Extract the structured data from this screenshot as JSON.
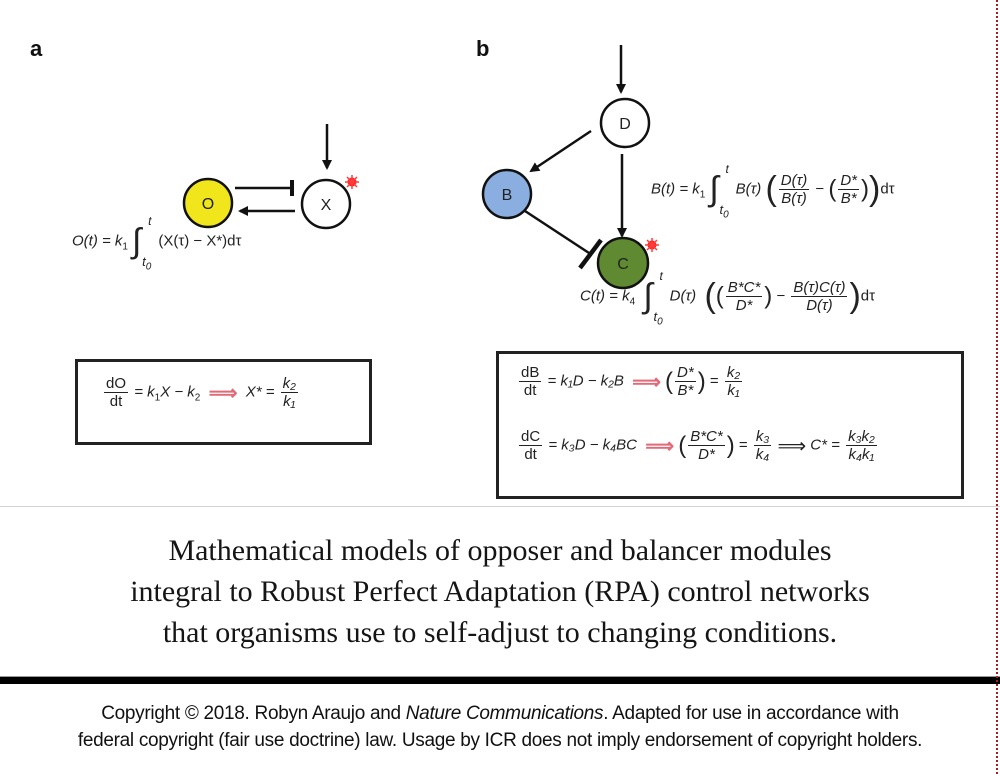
{
  "panels": {
    "a": {
      "label": "a",
      "nodes": {
        "O": {
          "label": "O",
          "fill": "#f1e51c"
        },
        "X": {
          "label": "X",
          "fill": "#ffffff"
        }
      },
      "integral_eq": {
        "lhs": "O(t) = k",
        "lhs_sub": "1",
        "upper": "t",
        "lower": "t",
        "lower_sub": "0",
        "integrand": "(X(τ) − X*)dτ"
      },
      "box": {
        "num": "dO",
        "den": "dt",
        "rhs_a": "= k",
        "rhs_a_sub": "1",
        "rhs_b": "X − k",
        "rhs_b_sub": "2",
        "arrow": "⟹",
        "result_lhs": "X* =",
        "result_num": "k₂",
        "result_den": "k₁"
      }
    },
    "b": {
      "label": "b",
      "nodes": {
        "D": {
          "label": "D",
          "fill": "#ffffff"
        },
        "B": {
          "label": "B",
          "fill": "#89aedf"
        },
        "C": {
          "label": "C",
          "fill": "#5f8a32"
        }
      },
      "eq_B": {
        "lhs": "B(t) = k",
        "lhs_sub": "1",
        "upper": "t",
        "lower_sub": "0",
        "factor": "B(τ)",
        "frac1_num": "D(τ)",
        "frac1_den": "B(τ)",
        "minus": "−",
        "frac2_num": "D*",
        "frac2_den": "B*",
        "tail": "dτ"
      },
      "eq_C": {
        "lhs": "C(t) = k",
        "lhs_sub": "4",
        "upper": "t",
        "lower_sub": "0",
        "factor": "D(τ)",
        "frac1_num": "B*C*",
        "frac1_den": "D*",
        "minus": "−",
        "frac2_num": "B(τ)C(τ)",
        "frac2_den": "D(τ)",
        "tail": "dτ"
      },
      "box": {
        "row1": {
          "num": "dB",
          "den": "dt",
          "rhs": "= k₁D − k₂B",
          "arrow": "⟹",
          "frac_num": "D*",
          "frac_den": "B*",
          "eq": "=",
          "res_num": "k₂",
          "res_den": "k₁"
        },
        "row2": {
          "num": "dC",
          "den": "dt",
          "rhs": "= k₃D − k₄BC",
          "arrow": "⟹",
          "frac_num": "B*C*",
          "frac_den": "D*",
          "eq": "=",
          "res_num": "k₃",
          "res_den": "k₄",
          "arrow2": "⟹",
          "final_lhs": "C* =",
          "final_num": "k₃k₂",
          "final_den": "k₄k₁"
        }
      }
    }
  },
  "caption": {
    "lines": [
      "Mathematical models of opposer and balancer modules",
      "integral to Robust Perfect Adaptation (RPA) control networks",
      "that organisms use to self-adjust to changing conditions."
    ]
  },
  "copyright": {
    "prefix": "Copyright © 2018. Robyn Araujo and ",
    "journal": "Nature Communications",
    "suffix": ". Adapted for use in accordance with",
    "line2": "federal copyright (fair use doctrine) law. Usage by ICR does not imply endorsement of copyright holders."
  },
  "colors": {
    "marker_star": "#ff2020",
    "implication_arrow": "#e06a77"
  }
}
